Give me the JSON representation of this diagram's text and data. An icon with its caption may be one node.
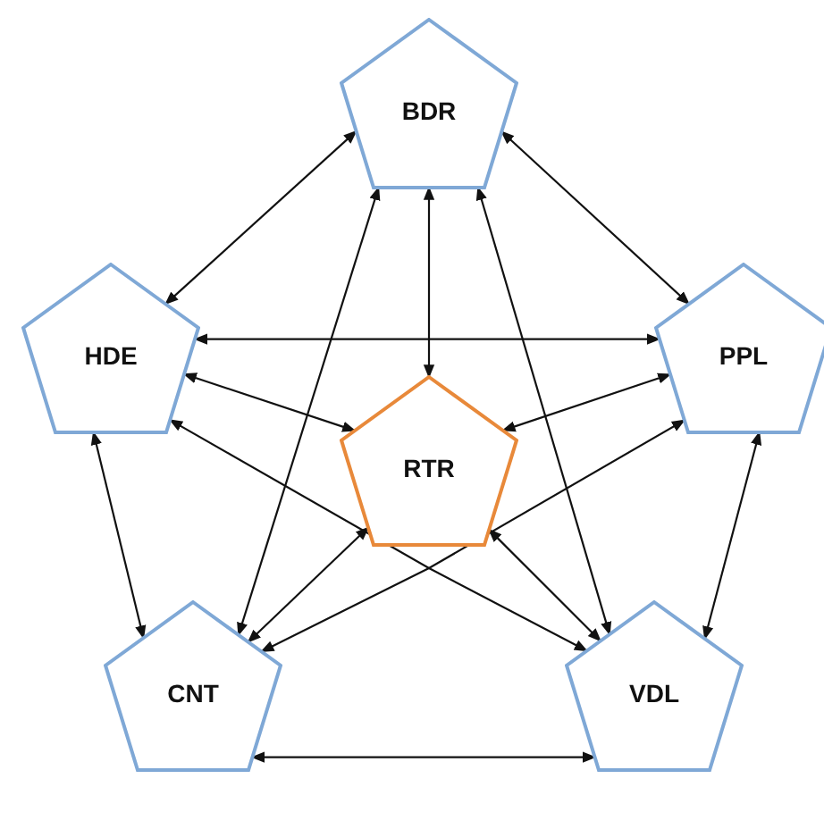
{
  "diagram": {
    "nodes": [
      {
        "text": [
          "BDR"
        ]
      },
      {
        "text": [
          "HDE"
        ]
      },
      {
        "text": [
          "PPL"
        ]
      },
      {
        "text": [
          "RTR"
        ]
      },
      {
        "text": [
          "CNT"
        ]
      },
      {
        "text": [
          "VDL"
        ]
      }
    ],
    "edges": [
      {
        "from": 0,
        "to": 1,
        "arrow": "both"
      },
      {
        "from": 0,
        "to": 2,
        "arrow": "both"
      },
      {
        "from": 0,
        "to": 3,
        "arrow": "both"
      },
      {
        "from": 0,
        "to": 4,
        "arrow": "both"
      },
      {
        "from": 0,
        "to": 5,
        "arrow": "both"
      },
      {
        "from": 1,
        "to": 2,
        "arrow": "both"
      },
      {
        "from": 1,
        "to": 3,
        "arrow": "both"
      },
      {
        "from": 1,
        "to": 4,
        "arrow": "both"
      },
      {
        "from": 1,
        "to": 5,
        "arrow": "both"
      },
      {
        "from": 2,
        "to": 3,
        "arrow": "both"
      },
      {
        "from": 2,
        "to": 4,
        "arrow": "both"
      },
      {
        "from": 2,
        "to": 5,
        "arrow": "both"
      },
      {
        "from": 3,
        "to": 4,
        "arrow": "both"
      },
      {
        "from": 3,
        "to": 5,
        "arrow": "both"
      },
      {
        "from": 4,
        "to": 5,
        "arrow": "both"
      }
    ]
  }
}
